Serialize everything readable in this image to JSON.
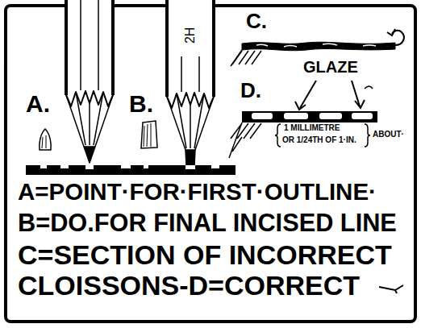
{
  "diagram": {
    "labels": [
      "A.",
      "B.",
      "2H",
      "C.",
      "D.",
      "GLAZE",
      "1 MILLIMETRE",
      "OR 1/24TH OF 1·IN.",
      "ABOUT·",
      "A=POINT·FOR·FIRST·OUTLINE·",
      "B=DO.FOR FINAL INCISED LINE",
      "C=SECTION OF INCORRECT",
      "CLOISSONS-D=CORRECT"
    ]
  }
}
